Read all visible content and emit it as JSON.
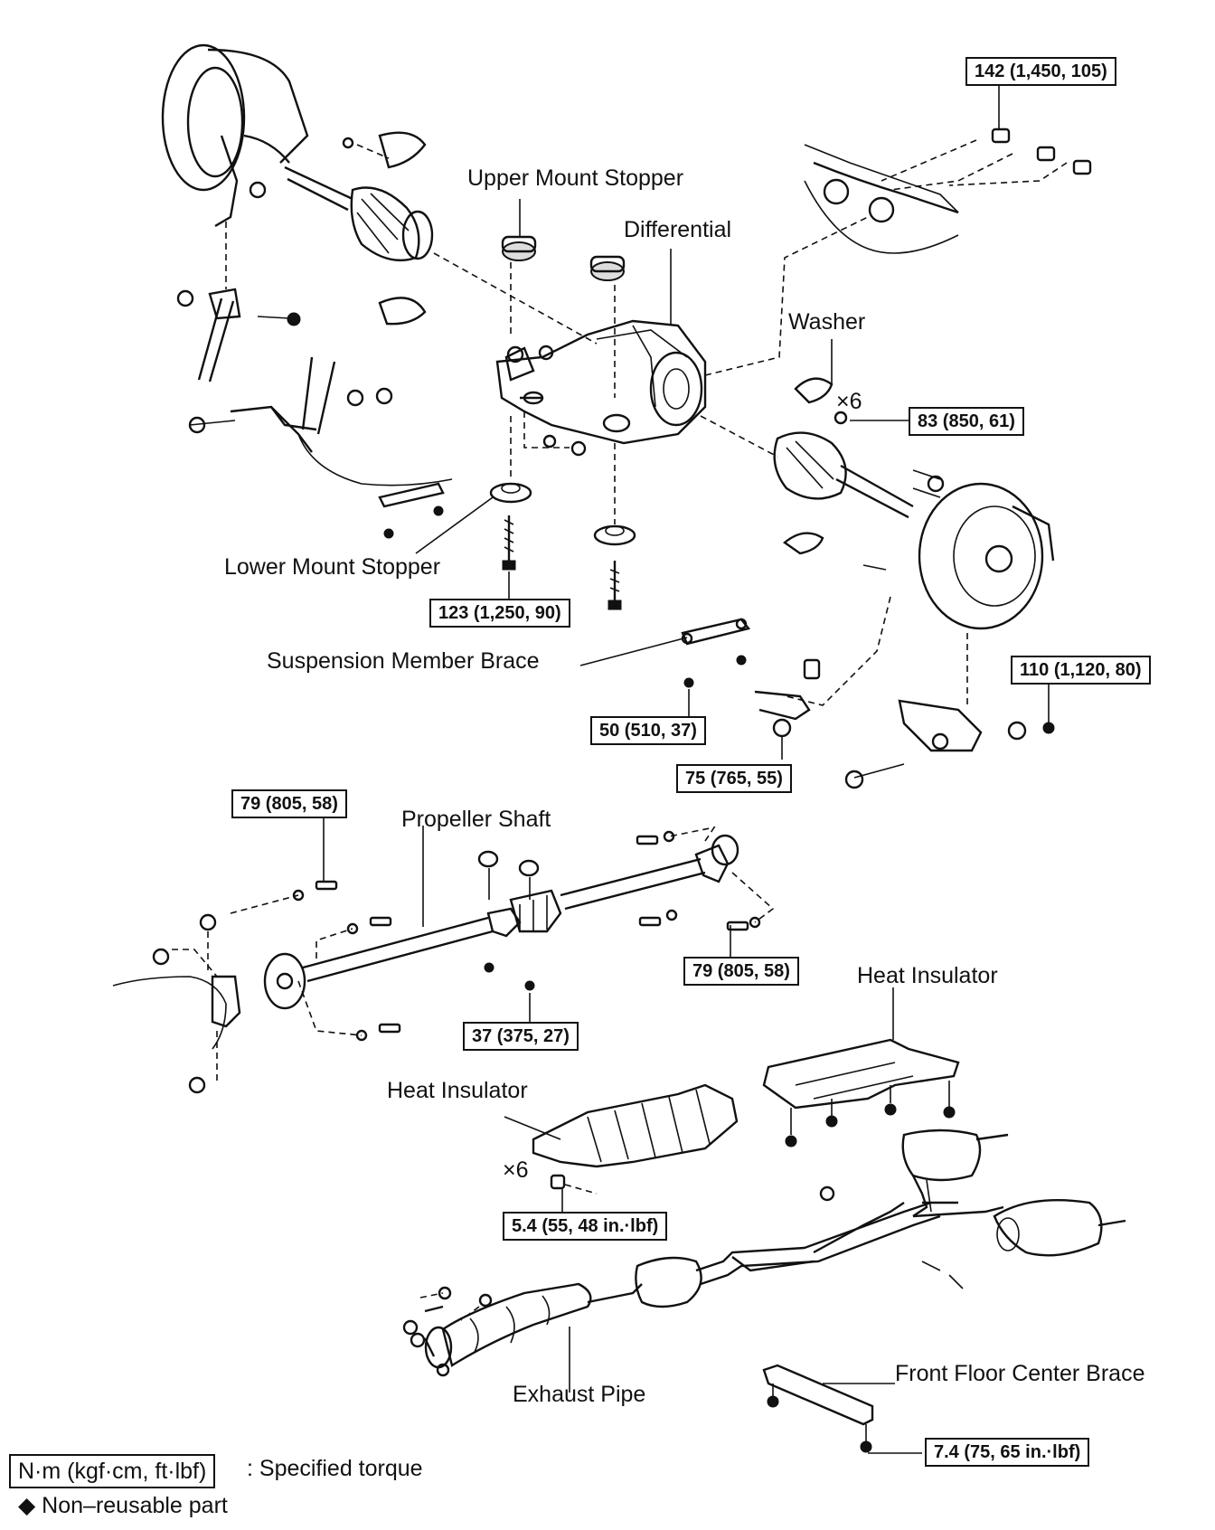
{
  "labels": {
    "upper_mount_stopper": "Upper Mount Stopper",
    "differential": "Differential",
    "washer": "Washer",
    "washer_qty": "×6",
    "lower_mount_stopper": "Lower Mount Stopper",
    "suspension_member_brace": "Suspension Member Brace",
    "propeller_shaft": "Propeller Shaft",
    "heat_insulator_right": "Heat Insulator",
    "heat_insulator_left": "Heat Insulator",
    "heat_insulator_qty": "×6",
    "exhaust_pipe": "Exhaust Pipe",
    "front_floor_center_brace": "Front Floor Center Brace"
  },
  "torques": {
    "t142": "142 (1,450, 105)",
    "t83": "83 (850, 61)",
    "t123": "123 (1,250, 90)",
    "t110": "110 (1,120, 80)",
    "t50": "50 (510, 37)",
    "t75": "75 (765, 55)",
    "t79a": "79 (805, 58)",
    "t79b": "79 (805, 58)",
    "t37": "37 (375, 27)",
    "t5_4": "5.4 (55, 48 in.·lbf)",
    "t7_4": "7.4 (75, 65 in.·lbf)"
  },
  "legend": {
    "unit_box": "N·m (kgf·cm, ft·lbf)",
    "unit_desc": ": Specified torque",
    "nonreusable": "◆ Non–reusable part"
  }
}
